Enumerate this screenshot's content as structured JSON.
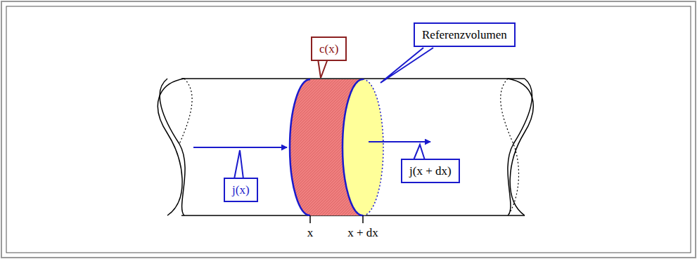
{
  "diagram": {
    "nodes": [
      {
        "text": [
          "c(x)"
        ]
      },
      {
        "text": [
          "Referenzvolumen"
        ]
      },
      {
        "text": [
          "j(x)"
        ]
      },
      {
        "text": [
          "j(x + dx)"
        ]
      }
    ],
    "labels": [
      "x",
      "x + dx"
    ]
  }
}
